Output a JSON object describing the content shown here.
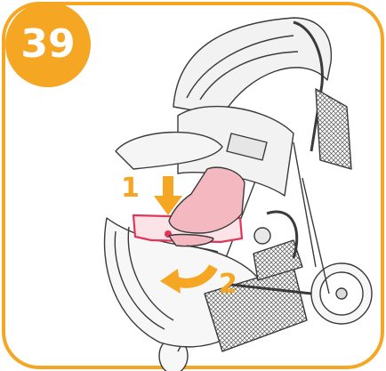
{
  "step": {
    "number": "39"
  },
  "labels": {
    "push_step": "1",
    "rotate_step": "2"
  },
  "colors": {
    "accent": "#f5a623",
    "highlight": "#e0365a",
    "hand": "#f4b9c0",
    "line": "#3a3a3a",
    "fill": "#f2f2f2"
  },
  "icons": {
    "push": "arrow-down",
    "rotate": "curved-arrow-left"
  }
}
